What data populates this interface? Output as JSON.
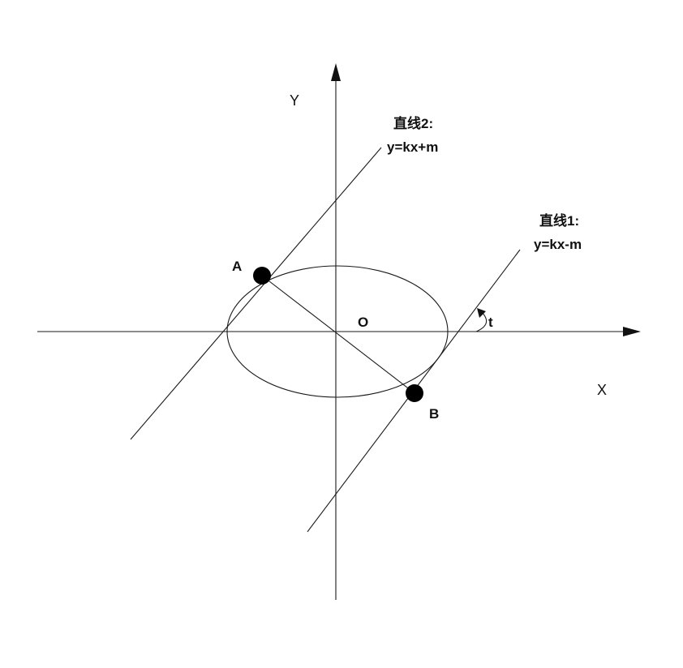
{
  "axes": {
    "x_label": "X",
    "y_label": "Y",
    "origin_label": "O"
  },
  "points": {
    "a_label": "A",
    "b_label": "B"
  },
  "lines": {
    "line2": {
      "name": "直线2:",
      "equation": "y=kx+m"
    },
    "line1": {
      "name": "直线1:",
      "equation": "y=kx-m"
    }
  },
  "angle": {
    "label": "t"
  },
  "colors": {
    "stroke": "#1a1a1a",
    "point_fill": "#000000",
    "background": "#ffffff"
  }
}
